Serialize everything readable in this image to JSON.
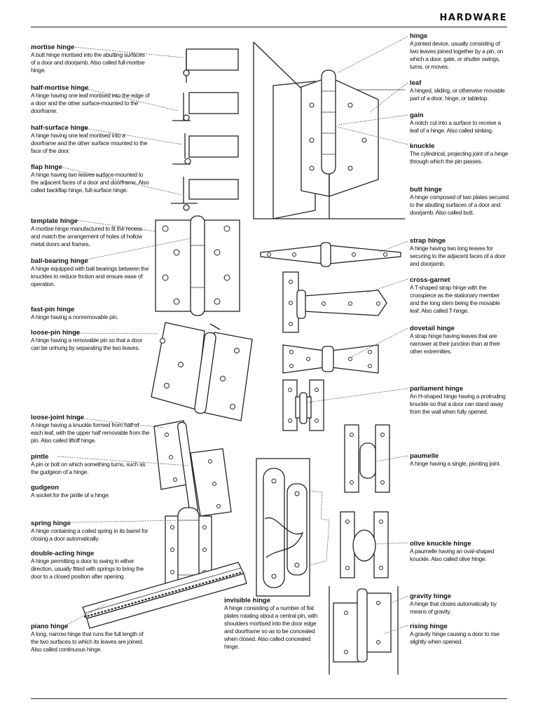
{
  "header": {
    "title": "HARDWARE"
  },
  "left_entries": [
    {
      "term": "mortise hinge",
      "def": "A butt hinge mortised into the abutting surfaces of a door and doorjamb. Also called full-mortise hinge."
    },
    {
      "term": "half-mortise hinge",
      "def": "A hinge having one leaf mortised into the edge of a door and the other surface-mounted to the doorframe."
    },
    {
      "term": "half-surface hinge",
      "def": "A hinge having one leaf mortised into a doorframe and the other surface mounted to the face of the door."
    },
    {
      "term": "flap hinge",
      "def": "A hinge having two leaves surface-mounted to the adjacent faces of a door and doorframe. Also called backflap hinge, full-surface hinge."
    },
    {
      "term": "template hinge",
      "def": "A mortise hinge manufactured to fit the recess and match the arrangement of holes of hollow metal doors and frames."
    },
    {
      "term": "ball-bearing hinge",
      "def": "A hinge equipped with ball bearings between the knuckles to reduce friction and ensure ease of operation."
    },
    {
      "term": "fast-pin hinge",
      "def": "A hinge having a nonremovable pin."
    },
    {
      "term": "loose-pin hinge",
      "def": "A hinge having a removable pin so that a door can be unhung by separating the two leaves."
    },
    {
      "term": "loose-joint hinge",
      "def": "A hinge having a knuckle formed from half of each leaf, with the upper half removable from the pin. Also called liftoff hinge."
    },
    {
      "term": "pintle",
      "def": "A pin or bolt on which something turns, such as the gudgeon of a hinge."
    },
    {
      "term": "gudgeon",
      "def": "A socket for the pintle of a hinge."
    },
    {
      "term": "spring hinge",
      "def": "A hinge containing a coiled spring in its barrel for closing a door automatically."
    },
    {
      "term": "double-acting hinge",
      "def": "A hinge permitting a door to swing in either direction, usually fitted with springs to bring the door to a closed position after opening."
    },
    {
      "term": "piano hinge",
      "def": "A long, narrow hinge that runs the full length of the two surfaces to which its leaves are joined. Also called continuous hinge."
    }
  ],
  "right_entries": [
    {
      "term": "hinge",
      "def": "A jointed device, usually consisting of two leaves joined together by a pin, on which a door, gate, or shutter swings, turns, or moves."
    },
    {
      "term": "leaf",
      "def": "A hinged, sliding, or otherwise movable part of a door, hinge, or tabletop."
    },
    {
      "term": "gain",
      "def": "A notch cut into a surface to receive a leaf of a hinge. Also called sinking."
    },
    {
      "term": "knuckle",
      "def": "The cylindrical, projecting joint of a hinge through which the pin passes."
    },
    {
      "term": "butt hinge",
      "def": "A hinge composed of two plates secured to the abutting surfaces of a door and doorjamb. Also called butt."
    },
    {
      "term": "strap hinge",
      "def": "A hinge having two long leaves for securing to the adjacent faces of a door and doorjamb."
    },
    {
      "term": "cross-garnet",
      "def": "A T-shaped strap hinge with the crosspiece as the stationary member and the long stem being the movable leaf. Also called T-hinge."
    },
    {
      "term": "dovetail hinge",
      "def": "A strap hinge having leaves that are narrower at their junction than at their other extremities."
    },
    {
      "term": "parliament hinge",
      "def": "An H-shaped hinge having a protruding knuckle so that a door can stand away from the wall when fully opened."
    },
    {
      "term": "paumelle",
      "def": "A hinge having a single, pivoting joint."
    },
    {
      "term": "olive knuckle hinge",
      "def": "A paumelle having an oval-shaped knuckle. Also called olive hinge."
    },
    {
      "term": "gravity hinge",
      "def": "A hinge that closes automatically by means of gravity."
    },
    {
      "term": "rising hinge",
      "def": "A gravity hinge causing a door to rise slightly when opened."
    }
  ],
  "bottom_entry": {
    "term": "invisible hinge",
    "def": "A hinge consisting of a number of flat plates rotating about a central pin, with shoulders mortised into the door edge and doorframe so as to be concealed when closed. Also called concealed hinge."
  }
}
